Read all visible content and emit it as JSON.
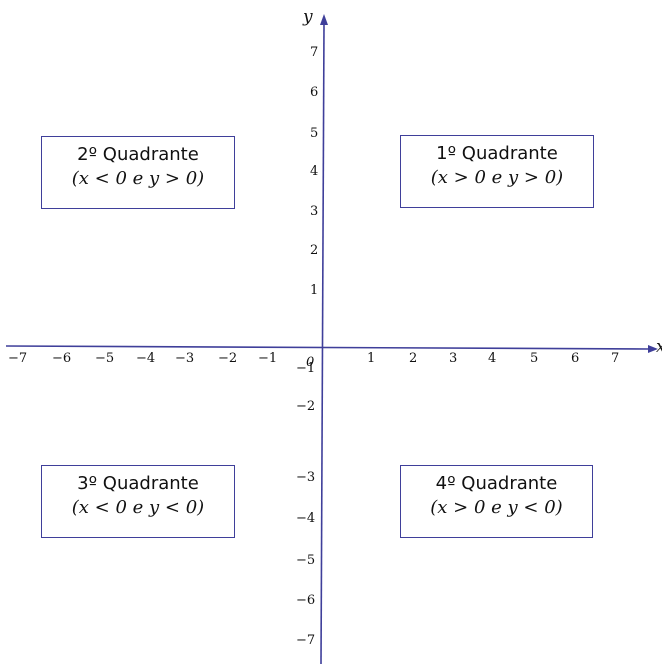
{
  "diagram": {
    "axes": {
      "x_label": "x",
      "y_label": "y",
      "origin_label": "0",
      "x_ticks": [
        "−7",
        "−6",
        "−5",
        "−4",
        "−3",
        "−2",
        "−1",
        "1",
        "2",
        "3",
        "4",
        "5",
        "6",
        "7"
      ],
      "y_ticks": [
        "7",
        "6",
        "5",
        "4",
        "3",
        "2",
        "1",
        "−1",
        "−2",
        "−3",
        "−4",
        "−5",
        "−6",
        "−7"
      ],
      "axis_color": "#3f3f9a"
    },
    "quadrants": [
      {
        "name": "2º Quadrante",
        "condition": "(x < 0 e y > 0)"
      },
      {
        "name": "1º Quadrante",
        "condition": "(x > 0 e y > 0)"
      },
      {
        "name": "3º Quadrante",
        "condition": "(x < 0 e y < 0)"
      },
      {
        "name": "4º Quadrante",
        "condition": "(x > 0 e y < 0)"
      }
    ]
  }
}
